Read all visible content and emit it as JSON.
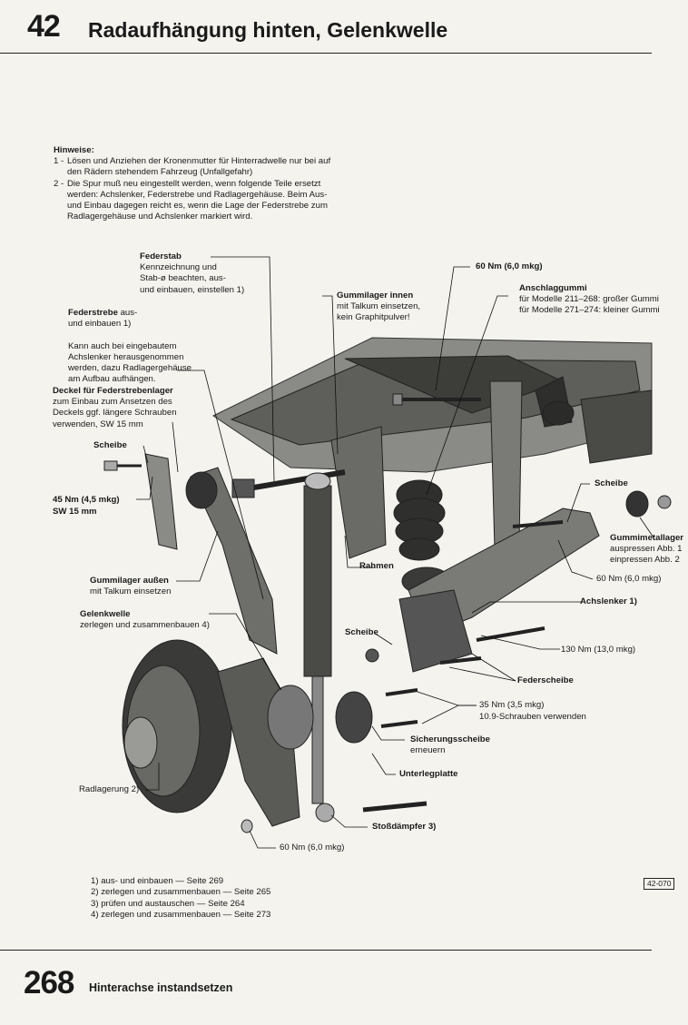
{
  "header": {
    "section_number": "42",
    "title": "Radaufhängung hinten, Gelenkwelle"
  },
  "notes": {
    "heading": "Hinweise:",
    "items": [
      {
        "num": "1 -",
        "text": "Lösen und Anziehen der Kronenmutter für Hinterradwelle nur bei auf den Rädern stehendem Fahrzeug (Unfallgefahr)"
      },
      {
        "num": "2 -",
        "text": "Die Spur muß neu eingestellt werden, wenn folgende Teile ersetzt werden: Achslenker, Federstrebe und Radlagergehäuse. Beim Aus- und Einbau dagegen reicht es, wenn die Lage der Federstrebe zum Radlagergehäuse und Achslenker markiert wird."
      }
    ]
  },
  "labels": {
    "federstab_title": "Federstab",
    "federstab_text": "Kennzeichnung und\nStab-ø beachten, aus-\nund einbauen, einstellen 1)",
    "federstrebe_title": "Federstrebe",
    "federstrebe_text": " aus-\nund einbauen 1)\n\nKann auch bei eingebautem\nAchslenker herausgenommen\nwerden, dazu Radlagergehäuse\nam Aufbau aufhängen.",
    "deckel_title": "Deckel für Federstrebenlager",
    "deckel_text": "zum Einbau zum Ansetzen des\nDeckels ggf. längere Schrauben\nverwenden, SW 15 mm",
    "scheibe_left": "Scheibe",
    "torque_45": "45 Nm (4,5 mkg)",
    "sw15": "SW 15 mm",
    "gummilager_aussen_title": "Gummilager außen",
    "gummilager_aussen_text": "mit Talkum einsetzen",
    "gelenkwelle_title": "Gelenkwelle",
    "gelenkwelle_text": "zerlegen und zusammenbauen 4)",
    "gummilager_innen_title": "Gummilager innen",
    "gummilager_innen_text": "mit Talkum einsetzen,\nkein Graphitpulver!",
    "torque_60_top": "60 Nm (6,0 mkg)",
    "anschlaggummi_title": "Anschlaggummi",
    "anschlaggummi_text": "für Modelle 211–268: großer Gummi\nfür Modelle 271–274: kleiner Gummi",
    "scheibe_right": "Scheibe",
    "gummimetall_title": "Gummimetallager",
    "gummimetall_text": "auspressen Abb. 1\neinpressen Abb. 2",
    "rahmen": "Rahmen",
    "torque_60_right": "60 Nm (6,0 mkg)",
    "achslenker": "Achslenker 1)",
    "scheibe_mid": "Scheibe",
    "torque_130": "130 Nm (13,0 mkg)",
    "federscheibe": "Federscheibe",
    "torque_35": "35 Nm (3,5 mkg)",
    "schrauben_10_9": "10.9-Schrauben verwenden",
    "sicherungsscheibe_title": "Sicherungsscheibe",
    "sicherungsscheibe_text": "erneuern",
    "unterlegplatte": "Unterlegplatte",
    "radlagerung": "Radlagerung 2)",
    "stossdaempfer": "Stoßdämpfer 3)",
    "torque_60_bottom": "60 Nm (6,0 mkg)"
  },
  "footnotes": [
    "1) aus- und einbauen — Seite 269",
    "2) zerlegen und zusammenbauen — Seite 265",
    "3) prüfen und austauschen — Seite 264",
    "4) zerlegen und zusammenbauen — Seite 273"
  ],
  "figure_ref": "42-070",
  "footer": {
    "page_number": "268",
    "chapter": "Hinterachse instandsetzen"
  }
}
